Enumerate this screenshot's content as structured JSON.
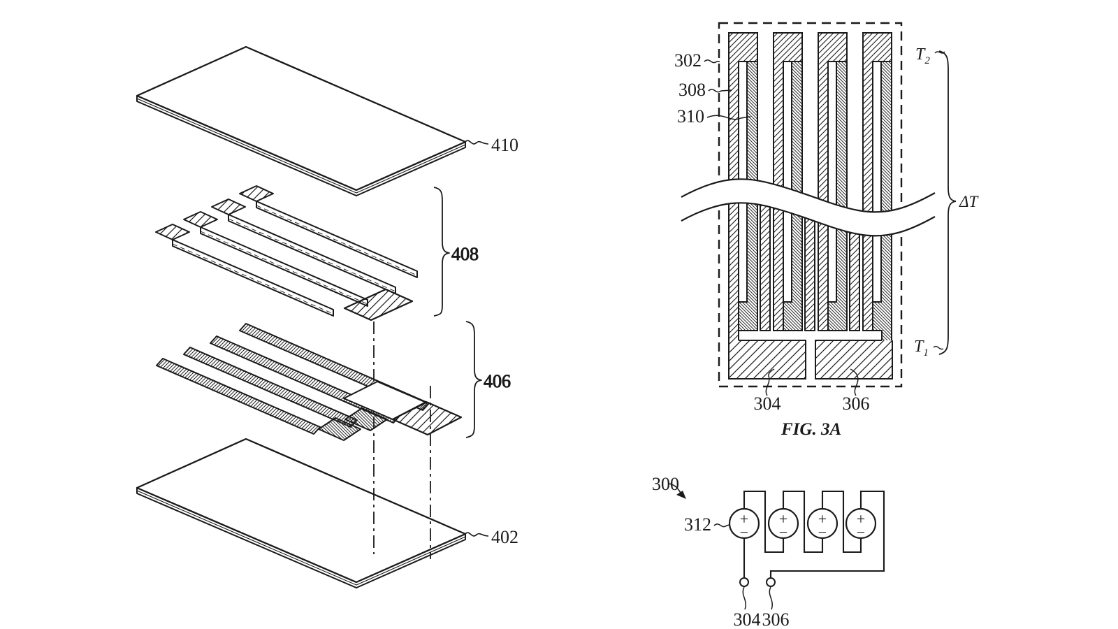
{
  "figure": {
    "ink": "#1a1a1a",
    "background": "#ffffff"
  },
  "exploded": {
    "top_plate": "410",
    "layer_upper": "408",
    "layer_lower": "406",
    "bottom_plate": "402"
  },
  "fig3a": {
    "caption": "FIG. 3A",
    "border_label": "302",
    "conductor_outer": "308",
    "conductor_inner": "310",
    "pad_left": "304",
    "pad_right": "306",
    "temp_top_base": "T",
    "temp_top_sub": "2",
    "temp_bottom_base": "T",
    "temp_bottom_sub": "1",
    "delta_t": "ΔT"
  },
  "circuit": {
    "ref": "300",
    "source": "312",
    "terminal_left": "304",
    "terminal_right": "306",
    "plus": "+",
    "minus": "−"
  }
}
